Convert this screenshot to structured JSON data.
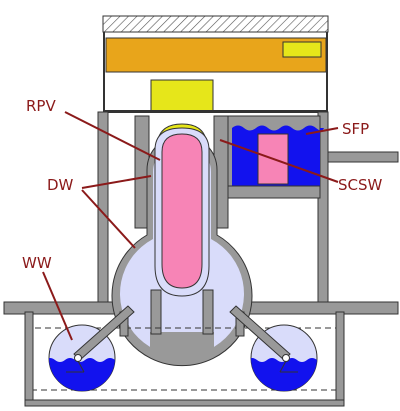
{
  "labels": {
    "rpv": "RPV",
    "dw": "DW",
    "ww": "WW",
    "sfp": "SFP",
    "scsw": "SCSW"
  },
  "colors": {
    "structure": "#999999",
    "structure_dark": "#808080",
    "structure_outline": "#333333",
    "drywell": "#d9dcfa",
    "water": "#1212ee",
    "rpv_core": "#f784b6",
    "rpv_shell": "#d9dcfa",
    "fuel": "#f784b6",
    "crane": "#e8a51b",
    "hatch": "#e6e61a",
    "label": "#8b1a1a",
    "roof_hatch": "#555555"
  },
  "icons": [
    "pump-pipe-left-icon",
    "pump-pipe-right-icon"
  ]
}
